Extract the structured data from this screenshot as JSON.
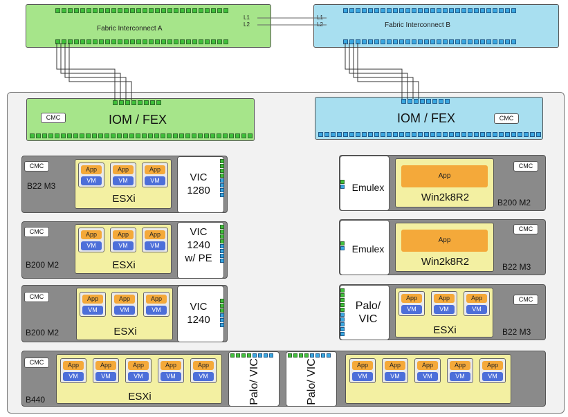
{
  "fabric_a": {
    "label": "Fabric Interconnect A",
    "uplinks": [
      "L1",
      "L2"
    ]
  },
  "fabric_b": {
    "label": "Fabric Interconnect B",
    "uplinks": [
      "L1",
      "L2"
    ]
  },
  "iom_a": {
    "label": "IOM / FEX",
    "cmc": "CMC"
  },
  "iom_b": {
    "label": "IOM / FEX",
    "cmc": "CMC"
  },
  "colors": {
    "fabric_a": "#a6e58a",
    "fabric_b": "#a8dff0",
    "app": "#f4a93a",
    "vm": "#4d6fd9",
    "host": "#f3f0a2",
    "blade": "#8a8a8a"
  },
  "blades": {
    "b1": {
      "cmc": "CMC",
      "model": "B22 M3",
      "host": "ESXi",
      "app": "App",
      "vm": "VM",
      "card": "VIC\n1280"
    },
    "b2": {
      "cmc": "CMC",
      "model": "B200 M2",
      "host": "ESXi",
      "app": "App",
      "vm": "VM",
      "card": "VIC\n1240\nw/ PE"
    },
    "b3": {
      "cmc": "CMC",
      "model": "B200 M2",
      "host": "ESXi",
      "app": "App",
      "vm": "VM",
      "card": "VIC\n1240"
    },
    "b4": {
      "cmc": "CMC",
      "model": "B200 M2",
      "host": "Win2k8R2",
      "app": "App",
      "card": "Emulex"
    },
    "b5": {
      "cmc": "CMC",
      "model": "B22 M3",
      "host": "Win2k8R2",
      "app": "App",
      "card": "Emulex"
    },
    "b6": {
      "cmc": "CMC",
      "model": "B22 M3",
      "host": "ESXi",
      "app": "App",
      "vm": "VM",
      "card": "Palo/\nVIC"
    },
    "b7": {
      "cmc": "CMC",
      "model": "B440",
      "host": "ESXi",
      "app": "App",
      "vm": "VM",
      "card1": "Palo/ VIC",
      "card2": "Palo/ VIC"
    }
  }
}
